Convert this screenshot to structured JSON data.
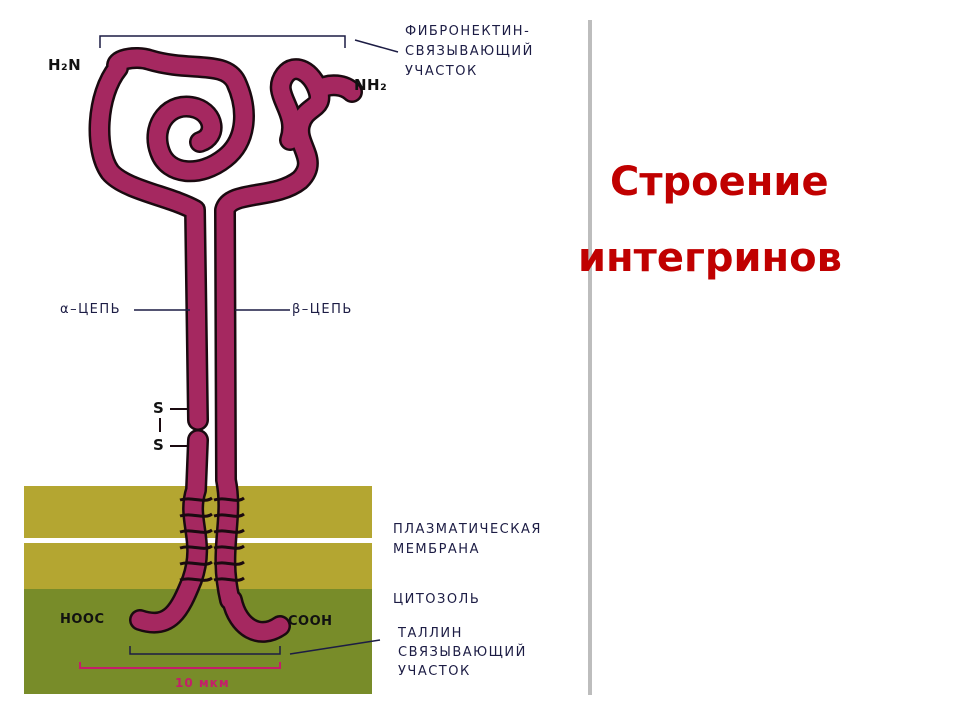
{
  "slide": {
    "title_line1": "Строение",
    "title_line2": "интегринов"
  },
  "diagram": {
    "labels": {
      "fibronectin_site": [
        "ФИБРОНЕКТИН-",
        "СВЯЗЫВАЮЩИЙ",
        "УЧАСТОК"
      ],
      "h2n": "H₂N",
      "nh2": "NH₂",
      "alpha_chain": "α–ЦЕПЬ",
      "beta_chain": "β–ЦЕПЬ",
      "disulfide_top": "S",
      "disulfide_bottom": "S",
      "plasma_membrane": [
        "ПЛАЗМАТИЧЕСКАЯ",
        "МЕМБРАНА"
      ],
      "cytosol": "ЦИТОЗОЛЬ",
      "hooc": "HOOC",
      "cooh": "COOH",
      "talin_site": [
        "ТАЛЛИН",
        "СВЯЗЫВАЮЩИЙ",
        "УЧАСТОК"
      ],
      "scale_bar": "10 мкм"
    },
    "colors": {
      "protein": "#a52860",
      "protein_outline": "#1a0a10",
      "membrane": "#b4a631",
      "cytosol": "#788c29",
      "annotation_line": "#1c1c44",
      "scale_bar": "#c41e6a"
    }
  }
}
